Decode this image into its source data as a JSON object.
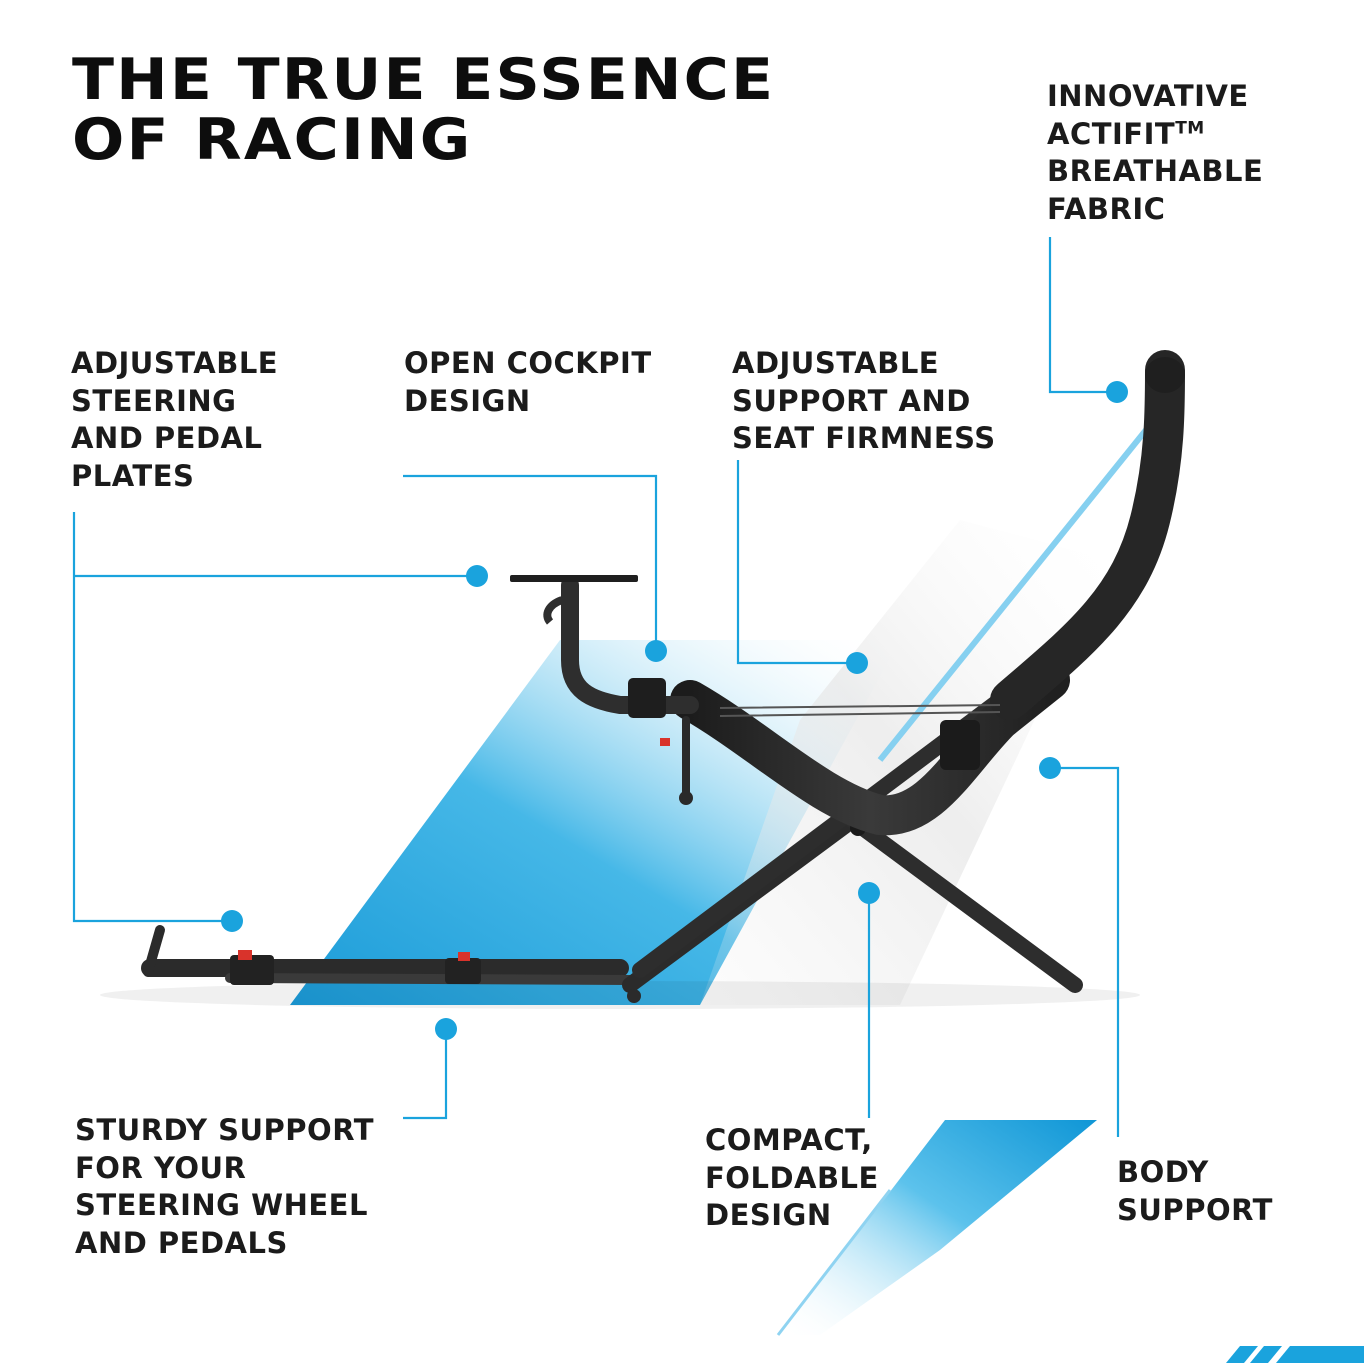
{
  "title": {
    "line1": "THE TRUE ESSENCE",
    "line2": "OF RACING"
  },
  "labels": {
    "fabric": {
      "line1": "INNOVATIVE",
      "line2": "ACTIFIT",
      "line2_tm": "TM",
      "line3": "BREATHABLE",
      "line4": "FABRIC"
    },
    "steering": {
      "line1": "ADJUSTABLE",
      "line2": "STEERING",
      "line3": "AND PEDAL",
      "line4": "PLATES"
    },
    "cockpit": {
      "line1": "OPEN COCKPIT",
      "line2": "DESIGN"
    },
    "support": {
      "line1": "ADJUSTABLE",
      "line2": "SUPPORT AND",
      "line3": "SEAT FIRMNESS"
    },
    "sturdy": {
      "line1": "STURDY SUPPORT",
      "line2": "FOR YOUR",
      "line3": "STEERING WHEEL",
      "line4": "AND PEDALS"
    },
    "compact": {
      "line1": "COMPACT,",
      "line2": "FOLDABLE",
      "line3": "DESIGN"
    },
    "body": {
      "line1": "BODY",
      "line2": "SUPPORT"
    }
  },
  "colors": {
    "accent": "#1aa3dd",
    "accent_light": "#8fd3f1",
    "frame": "#2a2a2a",
    "text": "#111111"
  }
}
